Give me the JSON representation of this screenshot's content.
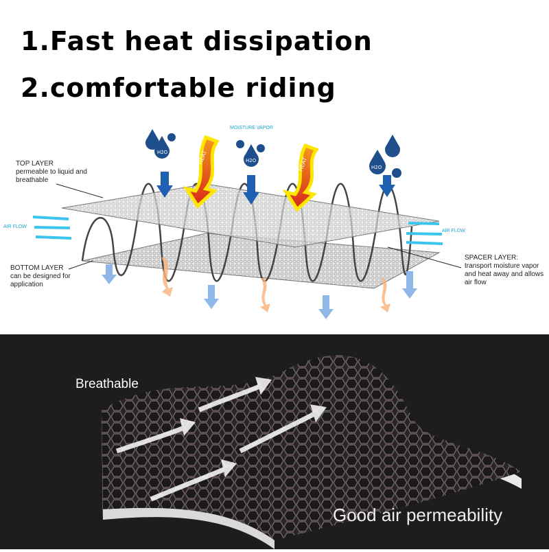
{
  "headline": {
    "line1": "1.Fast heat dissipation",
    "line2": "2.comfortable riding"
  },
  "diagram": {
    "moisture_vapor": "MOISTURE VAPOR",
    "top_layer": {
      "title": "TOP LAYER",
      "desc1": "permeable to liquid and",
      "desc2": "breathable"
    },
    "bottom_layer": {
      "title": "BOTTOM LAYER",
      "desc1": "can be designed for",
      "desc2": "application"
    },
    "spacer_layer": {
      "title": "SPACER LAYER:",
      "desc1": "transport moisture vapor",
      "desc2": "and heat away and allows",
      "desc3": "air flow"
    },
    "air_flow_left": "AIR FLOW",
    "air_flow_right": "AIR FLOW",
    "heat_label": "HEAT",
    "h2o_label": "H2O",
    "colors": {
      "water": "#1f4e8c",
      "heat": "#e8501a",
      "glow": "#ffe600",
      "air": "#3cc3ee"
    }
  },
  "fabric": {
    "breathable": "Breathable",
    "permeability": "Good air permeability"
  }
}
